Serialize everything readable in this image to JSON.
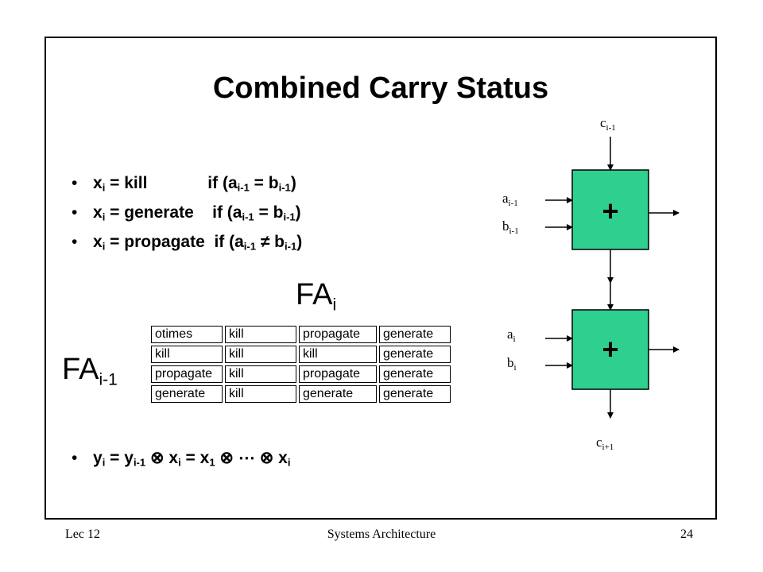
{
  "slide": {
    "title": "Combined Carry Status",
    "bullets": [
      {
        "x": "x",
        "xi": "i",
        "eq": " = kill",
        "gap": "             ",
        "cond": "if (a",
        "a_sub": "i-1",
        "mid": " = b",
        "b_sub": "i-1",
        "end": ")"
      },
      {
        "x": "x",
        "xi": "i",
        "eq": " = generate",
        "gap": "    ",
        "cond": "if (a",
        "a_sub": "i-1",
        "mid": " = b",
        "b_sub": "i-1",
        "end": ")"
      },
      {
        "x": "x",
        "xi": "i",
        "eq": " = propagate",
        "gap": "  ",
        "cond": "if (a",
        "a_sub": "i-1",
        "mid": " ≠ b",
        "b_sub": "i-1",
        "end": ")"
      }
    ],
    "y_bullet": {
      "y": "y",
      "y_sub": "i",
      "eq1": " = y",
      "y2_sub": "i-1",
      "op1": " ⊗ x",
      "x_sub": "i",
      "eq2": " = x",
      "x1_sub": "1",
      "op2": " ⊗ ⋯ ⊗ x",
      "xn_sub": "i"
    },
    "fa_i": {
      "base": "FA",
      "sub": "i"
    },
    "fa_i_minus_1": {
      "base": "FA",
      "sub": "i-1"
    }
  },
  "table": {
    "rows": [
      [
        "otimes",
        "kill",
        "propagate",
        "generate"
      ],
      [
        "kill",
        "kill",
        "kill",
        "generate"
      ],
      [
        "propagate",
        "kill",
        "propagate",
        "generate"
      ],
      [
        "generate",
        "kill",
        "generate",
        "generate"
      ]
    ]
  },
  "diagram": {
    "box_color": "#2fcf8f",
    "top_box": {
      "symbol": "+",
      "carry_in": {
        "base": "c",
        "sub": "i-1"
      },
      "input_a": {
        "base": "a",
        "sub": "i-1"
      },
      "input_b": {
        "base": "b",
        "sub": "i-1"
      }
    },
    "bottom_box": {
      "symbol": "+",
      "carry_out": {
        "base": "c",
        "sub": "i+1"
      },
      "input_a": {
        "base": "a",
        "sub": "i"
      },
      "input_b": {
        "base": "b",
        "sub": "i"
      }
    }
  },
  "footer": {
    "left": "Lec 12",
    "center": "Systems Architecture",
    "right": "24"
  }
}
